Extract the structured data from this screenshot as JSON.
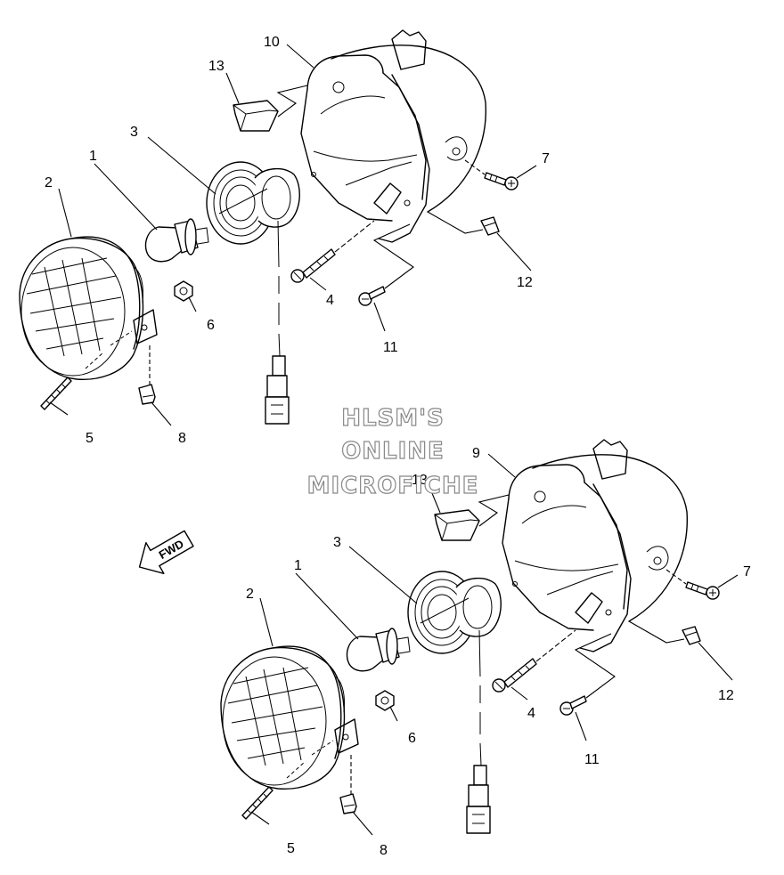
{
  "watermark": [
    "HLSM'S",
    "ONLINE",
    "MICROFICHE"
  ],
  "fwd_label": "FWD",
  "callouts_top": {
    "p1": "1",
    "p2": "2",
    "p3": "3",
    "p4": "4",
    "p5": "5",
    "p6": "6",
    "p7": "7",
    "p8": "8",
    "p10": "10",
    "p11": "11",
    "p12": "12",
    "p13": "13"
  },
  "callouts_bottom": {
    "p1": "1",
    "p2": "2",
    "p3": "3",
    "p4": "4",
    "p5": "5",
    "p6": "6",
    "p7": "7",
    "p8": "8",
    "p9": "9",
    "p11": "11",
    "p12": "12",
    "p13": "13"
  }
}
